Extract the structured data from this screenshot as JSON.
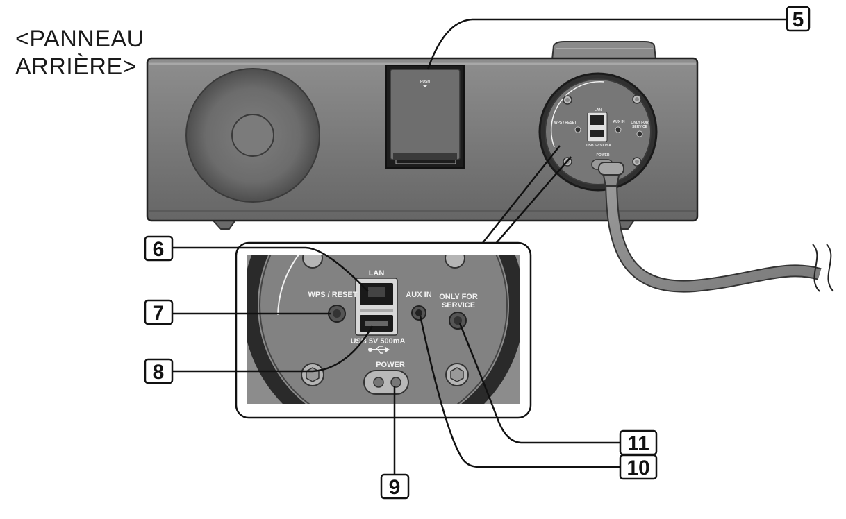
{
  "title_line1": "<PANNEAU",
  "title_line2": "ARRIÈRE>",
  "callouts": [
    "5",
    "6",
    "7",
    "8",
    "9",
    "10",
    "11"
  ],
  "back_labels": {
    "push": "PUSH",
    "lan": "LAN",
    "wps_reset": "WPS / RESET",
    "aux_in": "AUX IN",
    "only_for_1": "ONLY FOR",
    "only_for_2": "SERVICE",
    "usb": "USB 5V 500mA",
    "power": "POWER"
  },
  "detail_labels": {
    "lan": "LAN",
    "wps_reset": "WPS / RESET",
    "aux_in": "AUX IN",
    "only_for_1": "ONLY FOR",
    "only_for_2": "SERVICE",
    "usb": "USB 5V 500mA",
    "power": "POWER"
  }
}
